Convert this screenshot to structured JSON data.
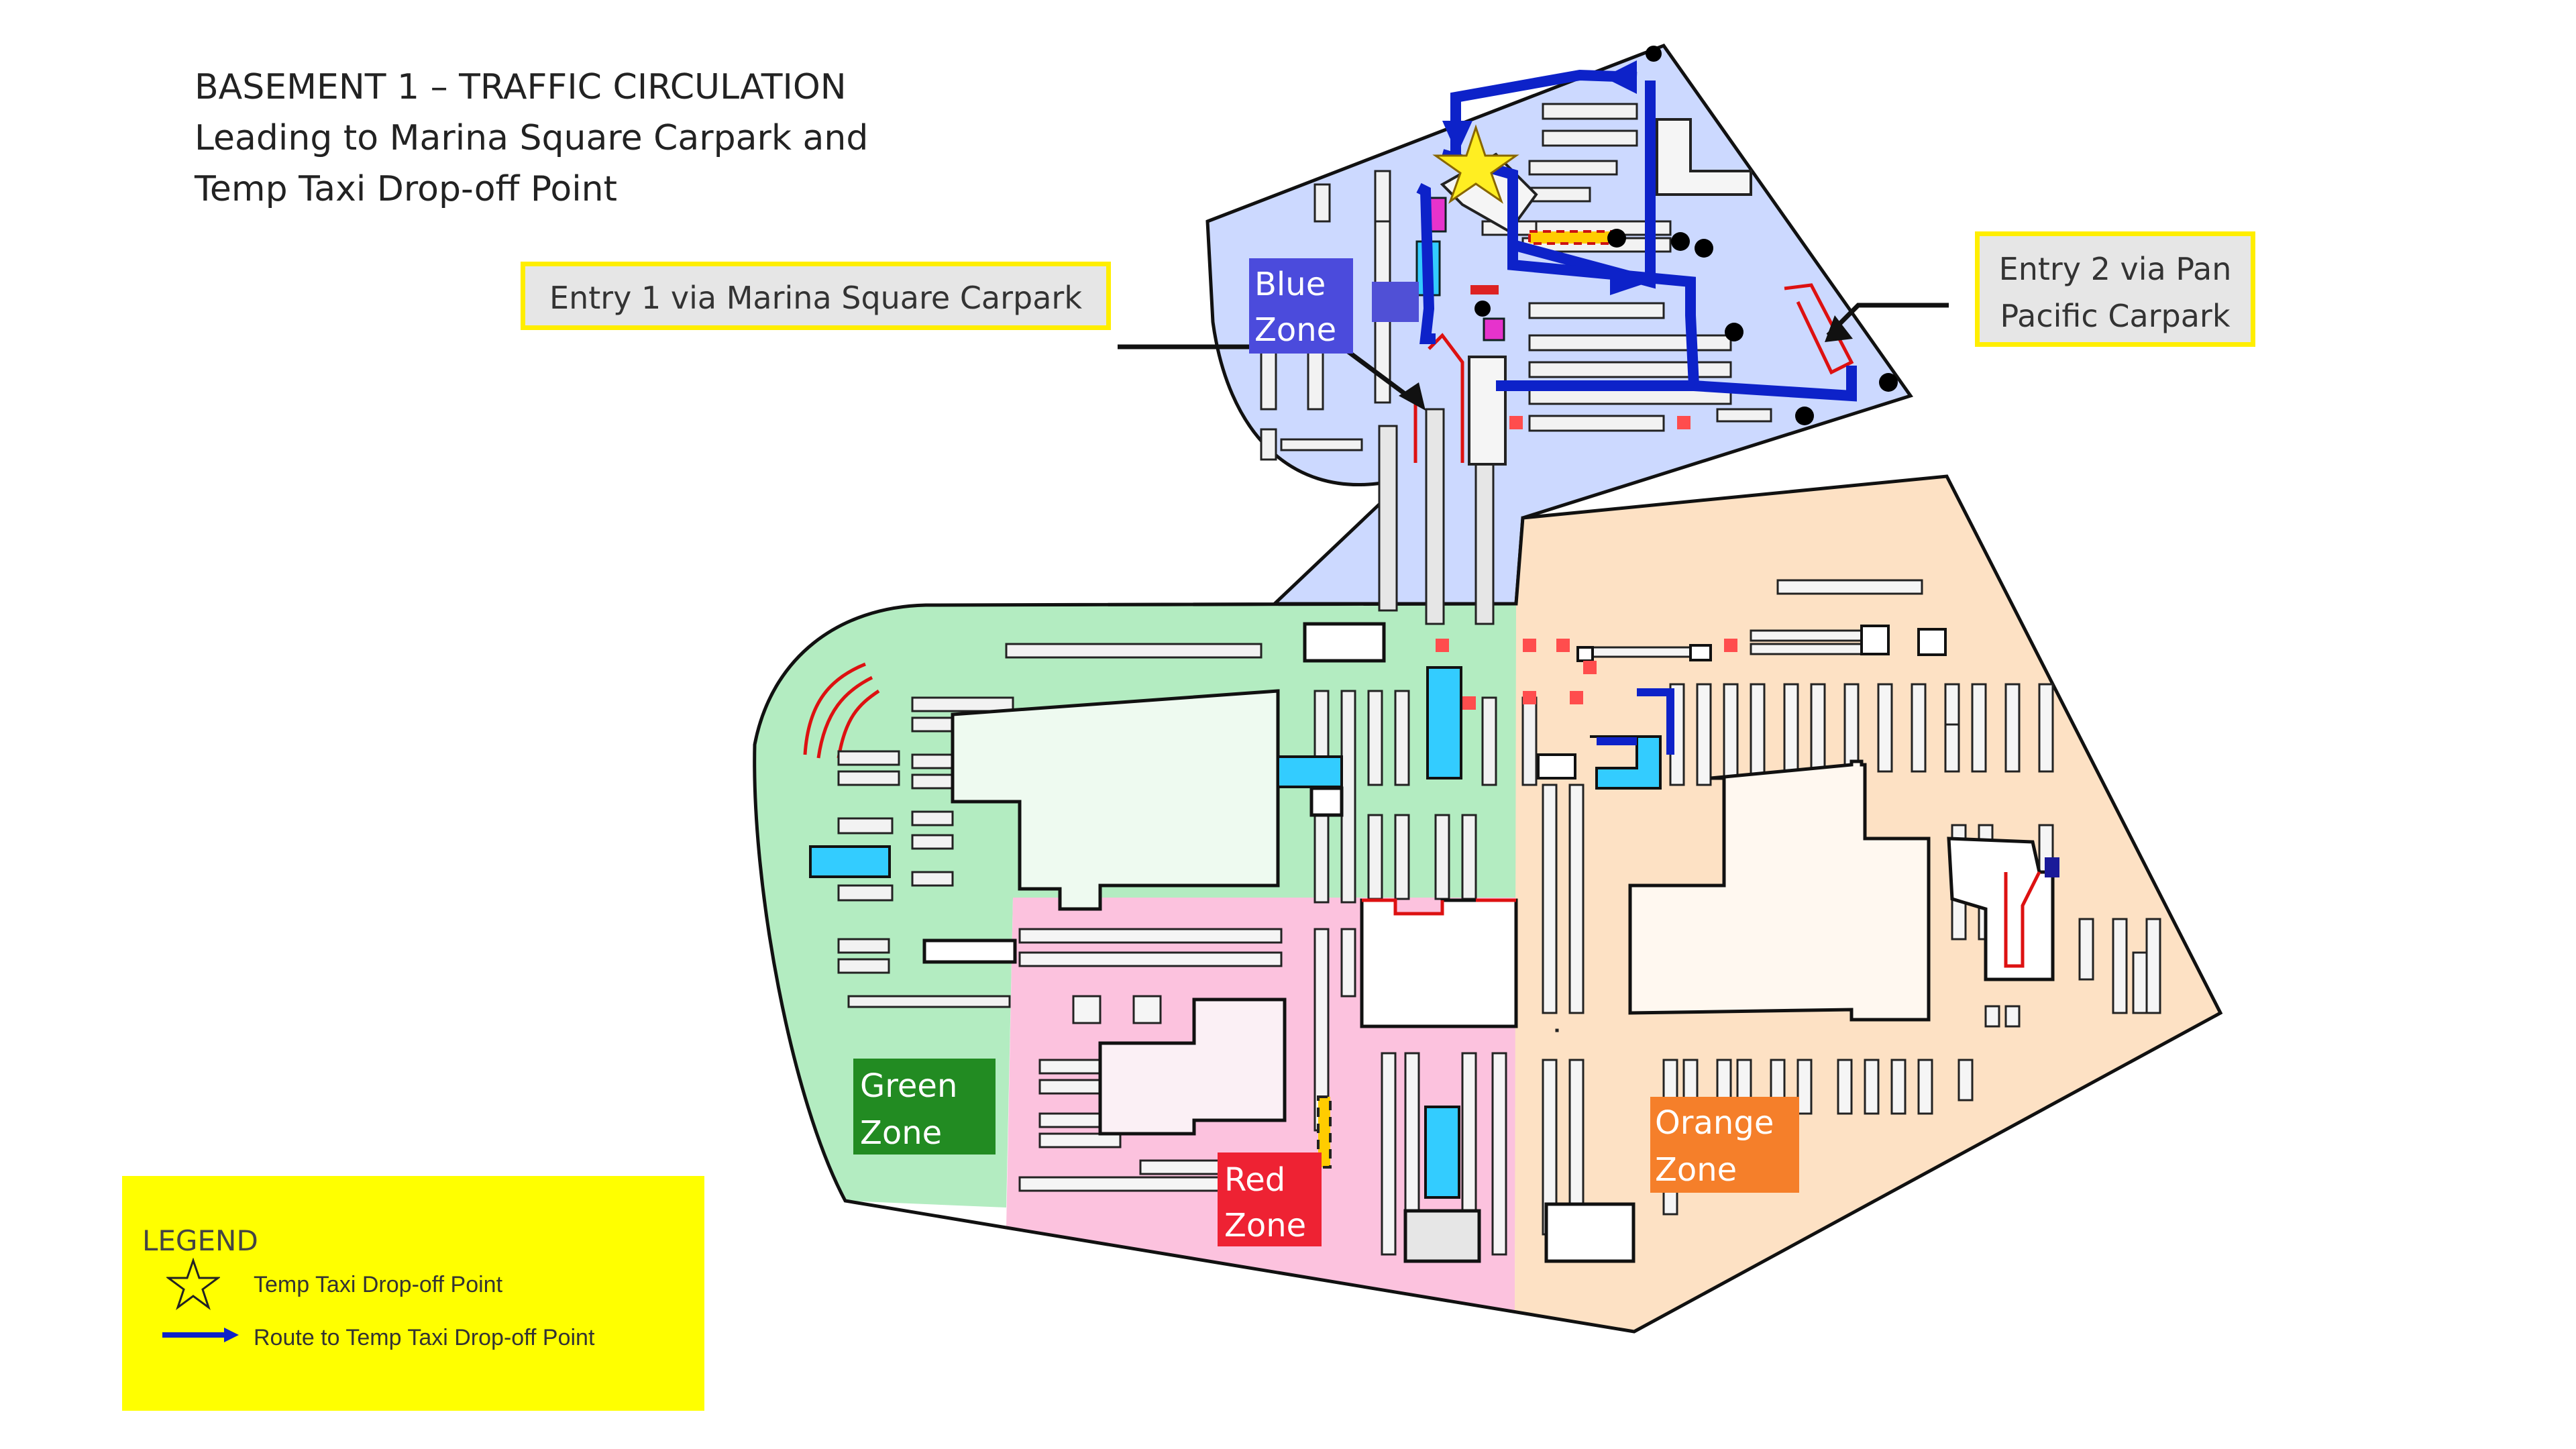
{
  "title": {
    "line1": "BASEMENT 1 – TRAFFIC CIRCULATION",
    "line2": "Leading to Marina Square Carpark and",
    "line3": "Temp Taxi Drop-off Point"
  },
  "entries": {
    "entry1": "Entry 1 via Marina Square Carpark",
    "entry2_line1": "Entry 2 via Pan",
    "entry2_line2": "Pacific Carpark"
  },
  "zones": {
    "blue": {
      "line1": "Blue",
      "line2": "Zone",
      "color": "#4b4bdc"
    },
    "green": {
      "line1": "Green",
      "line2": "Zone",
      "color": "#228b22"
    },
    "red": {
      "line1": "Red",
      "line2": "Zone",
      "color": "#ee2233"
    },
    "orange": {
      "line1": "Orange",
      "line2": "Zone",
      "color": "#f57f2a"
    }
  },
  "legend": {
    "title": "LEGEND",
    "star_label": "Temp  Taxi Drop-off Point",
    "route_label": "Route to Temp  Taxi Drop-off Point",
    "star_icon": "star-icon",
    "route_icon": "route-arrow-icon"
  },
  "colors": {
    "blue_area": "#ccd9ff",
    "green_area": "#b3ecc1",
    "red_area": "#fcc2de",
    "orange_area": "#fde1c4",
    "route": "#0d22c9",
    "callout_border": "#ffee00",
    "legend_bg": "#ffff00"
  }
}
